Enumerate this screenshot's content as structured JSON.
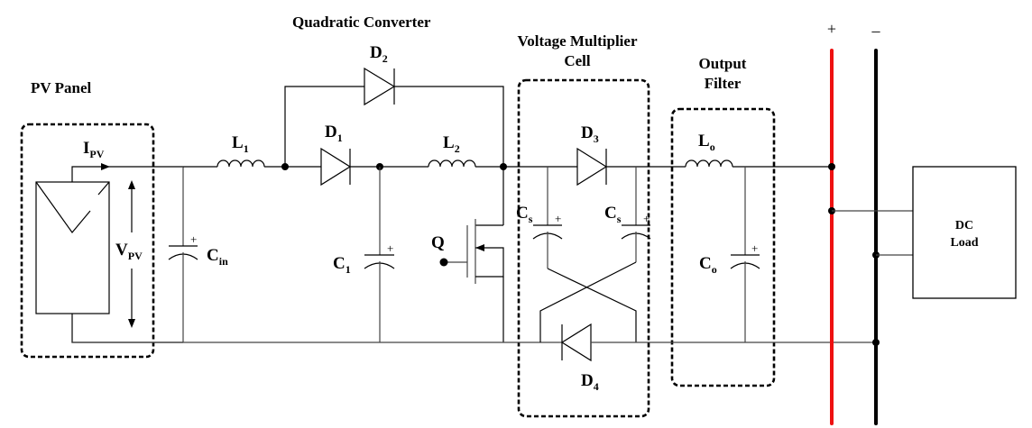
{
  "sections": {
    "pv_panel": "PV Panel",
    "quadratic_converter": "Quadratic Converter",
    "vmc_line1": "Voltage Multiplier",
    "vmc_line2": "Cell",
    "filter_line1": "Output",
    "filter_line2": "Filter"
  },
  "components": {
    "ipv": {
      "main": "I",
      "sub": "PV"
    },
    "vpv": {
      "main": "V",
      "sub": "PV"
    },
    "cin": {
      "main": "C",
      "sub": "in"
    },
    "l1": {
      "main": "L",
      "sub": "1"
    },
    "d1": {
      "main": "D",
      "sub": "1"
    },
    "d2": {
      "main": "D",
      "sub": "2"
    },
    "l2": {
      "main": "L",
      "sub": "2"
    },
    "c1": {
      "main": "C",
      "sub": "1"
    },
    "q": {
      "main": "Q"
    },
    "d3": {
      "main": "D",
      "sub": "3"
    },
    "d4": {
      "main": "D",
      "sub": "4"
    },
    "cs_left": {
      "main": "C",
      "sub": "s"
    },
    "cs_right": {
      "main": "C",
      "sub": "s"
    },
    "lo": {
      "main": "L",
      "sub": "o"
    },
    "co": {
      "main": "C",
      "sub": "o"
    }
  },
  "polarity": {
    "plus": "+"
  },
  "bus": {
    "positive_label": "+",
    "negative_label": "–",
    "positive_color": "#ee1111",
    "negative_color": "#000000"
  },
  "load": {
    "line1": "DC",
    "line2": "Load"
  }
}
